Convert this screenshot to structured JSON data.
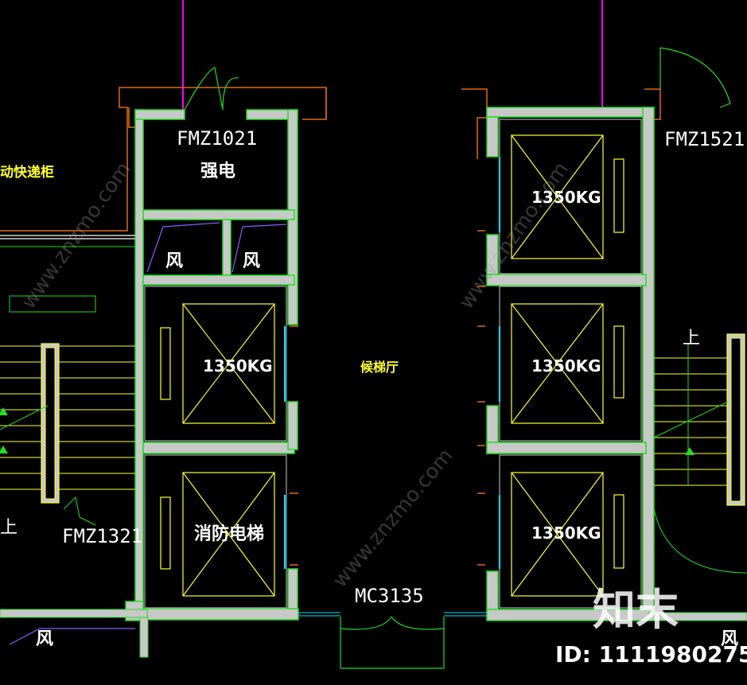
{
  "drawing": {
    "labels": {
      "courier_cabinet": "动快递柜",
      "door_fmz1021": "FMZ1021",
      "door_fmz1521": "FMZ1521",
      "door_fmz1321": "FMZ1321",
      "door_mc3135": "MC3135",
      "strong_electric": "强电",
      "vent_1": "风",
      "vent_2": "风",
      "vent_3": "风",
      "vent_4": "风",
      "elevator_1": "1350KG",
      "elevator_2": "1350KG",
      "elevator_3": "1350KG",
      "elevator_4": "1350KG",
      "fire_elevator": "消防电梯",
      "elevator_hall": "候梯厅",
      "stair_up_left": "上",
      "stair_up_right": "上"
    },
    "colors": {
      "background": "#000000",
      "wall": "#c8c8c8",
      "wall_outline": "#22dd22",
      "orange": "#e06a10",
      "magenta": "#ff00ff",
      "yellow": "#ffff33",
      "cyan": "#00e5ff",
      "purple": "#8a5cff",
      "green": "#22dd22"
    }
  },
  "watermark": {
    "logo_text": "知末",
    "id_text": "ID: 1111980275",
    "site": "www.znzmo.com"
  }
}
